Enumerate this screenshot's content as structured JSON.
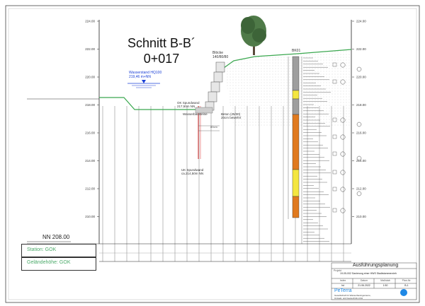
{
  "title": {
    "line1": "Schnitt B-B´",
    "line2": "0+017"
  },
  "water_level": {
    "label": "Wasserstand HQ100",
    "value": "219,46 m+NN",
    "color": "#1a3fd6"
  },
  "reference": {
    "nn": "NN 208.00",
    "station": "Station: GOK",
    "gelaende": "Geländehöhe: GOK",
    "color": "#4caa6a"
  },
  "annotations": {
    "block": [
      "Blöcke",
      "140/80/80"
    ],
    "ok_spund": [
      "OK Spundwand",
      "217,50m NN"
    ],
    "wasserbau": "Wasserbausteine",
    "beton": [
      "Beton (25/30)",
      "20cm bewehrt"
    ],
    "uk_spund": [
      "UK Spundwand",
      "ca.214,50m NN"
    ],
    "borehole": "BK01",
    "dim": "80cm"
  },
  "axis": {
    "left_ticks": [
      "224.00",
      "222.00",
      "220.00",
      "218.00",
      "216.00",
      "214.00",
      "212.00",
      "210.00"
    ],
    "right_ticks": [
      "224.00",
      "222.00",
      "220.00",
      "218.00",
      "216.00",
      "214.00",
      "212.00",
      "210.00"
    ]
  },
  "title_block": {
    "header": "Ausführungsplanung",
    "project_label": "Projekt",
    "project": "19-05-002 Sanierung einer HWS Stadtstammerzieh",
    "firm_name": "PeTerra",
    "firm_sub1": "Gesellschaft für Wasserbauingenieure,",
    "firm_sub2": "Umwelt- und Geotechnik mbH",
    "row_labels": [
      "Index",
      "Datum",
      "Maßstab",
      "Plan-Nr."
    ],
    "row_values": [
      "Ist",
      "21.06.2022",
      "1:50",
      "B-1"
    ]
  },
  "colors": {
    "ground": "#3aa84f",
    "water": "#1a3fd6",
    "orange": "#e07a1f",
    "yellow": "#f4e640",
    "grey": "#9e9e9e",
    "tree": "#4f7a48"
  }
}
